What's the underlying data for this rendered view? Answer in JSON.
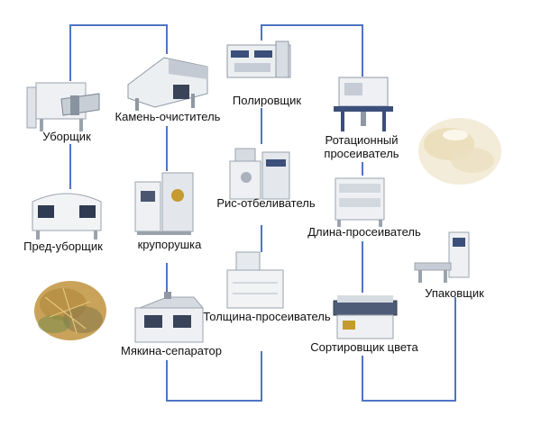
{
  "colors": {
    "flow_line": "#4f74c4",
    "machine_body": "#e9ecef",
    "machine_dark": "#3b4f7a",
    "rice": "#efe6cf",
    "wheat": "#c9a35a"
  },
  "machines": {
    "cleaner": "Уборщик",
    "pre_cleaner": "Пред-уборщик",
    "destoner": "Камень-очиститель",
    "husker": "крупорушка",
    "husk_separator": "Мякина-сепаратор",
    "polisher": "Полировщик",
    "whitener": "Рис-отбеливатель",
    "thickness_grader": "Толщина-просеиватель",
    "rotary_sifter": "Ротационный\nпросеиватель",
    "length_grader": "Длина-просеиватель",
    "color_sorter": "Сортировщик цвета",
    "packer": "Упаковщик"
  },
  "photos": {
    "paddy": "paddy-photo",
    "rice": "rice-photo"
  }
}
